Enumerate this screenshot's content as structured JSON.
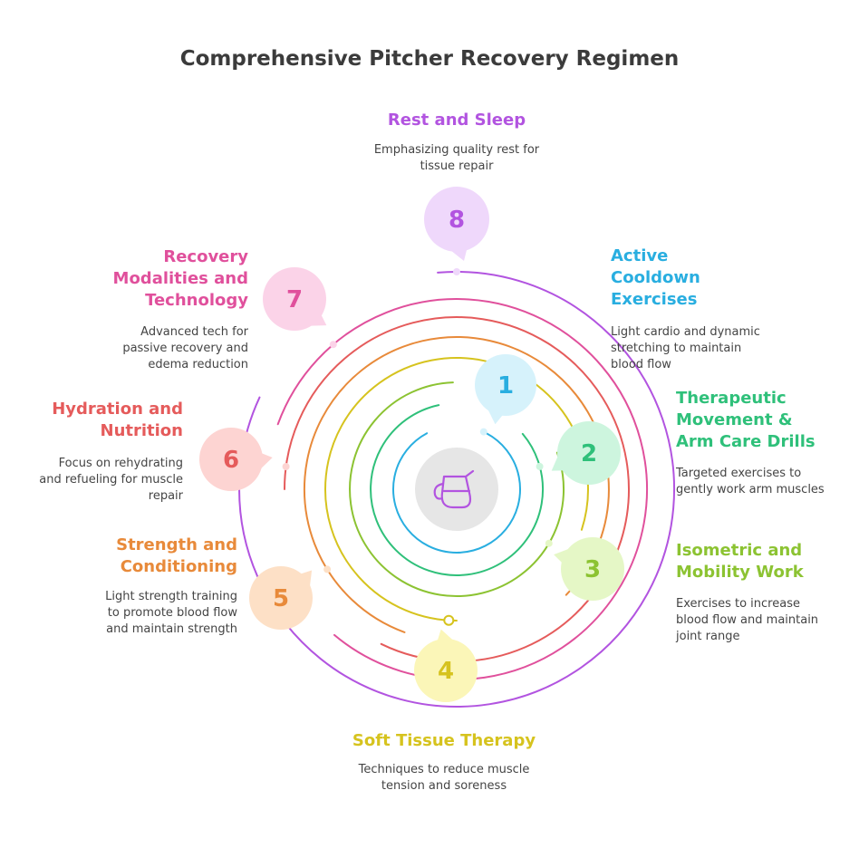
{
  "title": "Comprehensive Pitcher Recovery Regimen",
  "center_icon": "pitcher-icon",
  "steps": [
    {
      "number": "1",
      "title": "Active Cooldown Exercises",
      "lines": [
        "Active",
        "Cooldown",
        "Exercises"
      ],
      "description": "Light cardio and dynamic stretching to maintain blood flow",
      "color": "#29aee0",
      "bubble": "#d6f2fb"
    },
    {
      "number": "2",
      "title": "Therapeutic Movement & Arm Care Drills",
      "lines": [
        "Therapeutic",
        "Movement &",
        "Arm Care Drills"
      ],
      "description": "Targeted exercises to gently work arm muscles",
      "color": "#2fc07a",
      "bubble": "#cdf5de"
    },
    {
      "number": "3",
      "title": "Isometric and Mobility Work",
      "lines": [
        "Isometric and",
        "Mobility Work"
      ],
      "description": "Exercises to increase blood flow and maintain joint range",
      "color": "#8cc332",
      "bubble": "#e5f7c6"
    },
    {
      "number": "4",
      "title": "Soft Tissue Therapy",
      "lines": [
        "Soft Tissue Therapy"
      ],
      "description": "Techniques to reduce muscle tension and soreness",
      "color": "#d6c31e",
      "bubble": "#fbf6b8"
    },
    {
      "number": "5",
      "title": "Strength and Conditioning",
      "lines": [
        "Strength and",
        "Conditioning"
      ],
      "description": "Light strength training to promote blood flow and maintain strength",
      "color": "#e88a3a",
      "bubble": "#fde0c6"
    },
    {
      "number": "6",
      "title": "Hydration and Nutrition",
      "lines": [
        "Hydration and",
        "Nutrition"
      ],
      "description": "Focus on rehydrating and refueling for muscle repair",
      "color": "#e55b5b",
      "bubble": "#fdd4d2"
    },
    {
      "number": "7",
      "title": "Recovery Modalities and Technology",
      "lines": [
        "Recovery",
        "Modalities and",
        "Technology"
      ],
      "description": "Advanced tech for passive recovery and edema reduction",
      "color": "#e0509c",
      "bubble": "#fbd3e8"
    },
    {
      "number": "8",
      "title": "Rest and Sleep",
      "lines": [
        "Rest and Sleep"
      ],
      "description": "Emphasizing quality rest for tissue repair",
      "color": "#b254e0",
      "bubble": "#efd8fb"
    }
  ]
}
